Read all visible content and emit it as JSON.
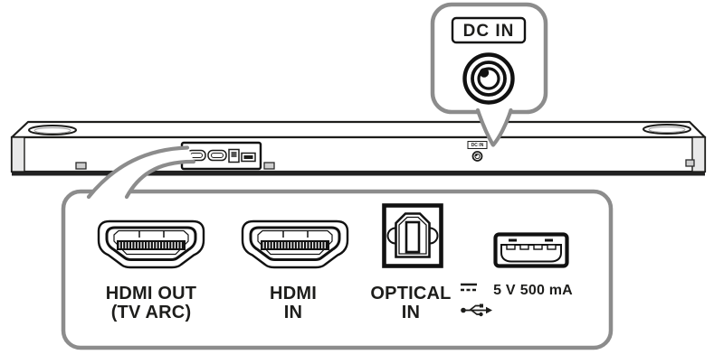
{
  "figure": {
    "description": "Soundbar rear connection diagram",
    "colors": {
      "line": "#1d1d1b",
      "callout_gray": "#8c8c8c",
      "fill_white": "#ffffff",
      "end_cap_gray": "#e9e9e9",
      "pin_black": "#111111"
    }
  },
  "dc_callout": {
    "label": "DC IN",
    "icon": "dc-power-jack-icon"
  },
  "soundbar": {
    "dc_port_label": "DC IN",
    "icons": [
      "mini-hdmi-port-icon",
      "mini-hdmi-port-icon",
      "mini-optical-port-icon",
      "mini-usb-port-icon",
      "dc-jack-icon",
      "speaker-oval-icon"
    ]
  },
  "bottom_callout": {
    "ports": [
      {
        "name": "hdmi-out",
        "icon": "hdmi-connector-icon",
        "line1": "HDMI OUT",
        "line2": "(TV ARC)"
      },
      {
        "name": "hdmi-in",
        "icon": "hdmi-connector-icon",
        "line1": "HDMI",
        "line2": "IN"
      },
      {
        "name": "optical-in",
        "icon": "optical-toslink-connector-icon",
        "line1": "OPTICAL",
        "line2": "IN"
      },
      {
        "name": "usb",
        "icon": "usb-a-connector-icon",
        "power_left": "5 V",
        "power_right": "500 mA",
        "power_symbol": "dc-voltage-symbol-icon",
        "usb_symbol": "usb-trident-icon"
      }
    ]
  }
}
